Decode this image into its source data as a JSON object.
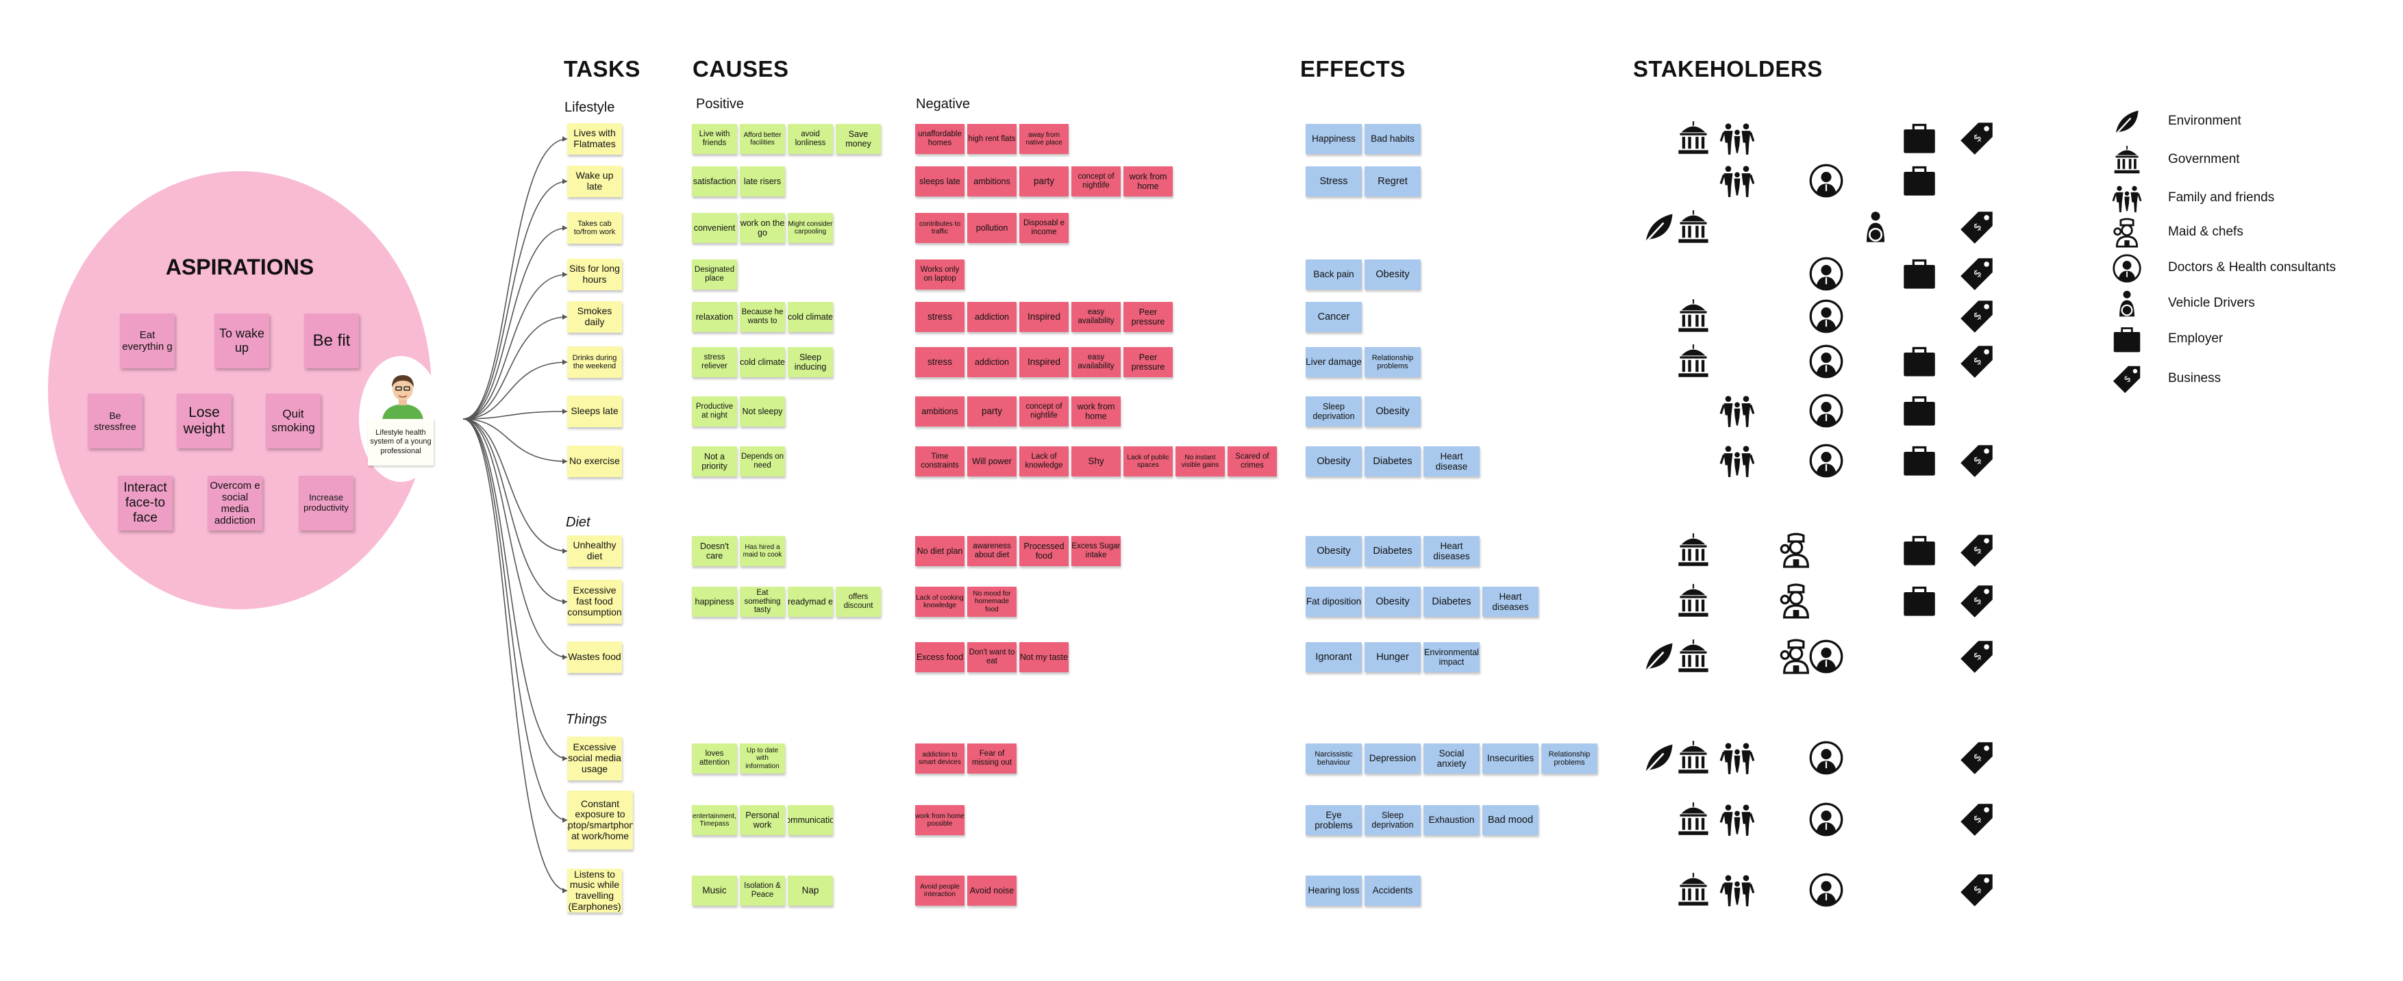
{
  "aspirations": {
    "title": "ASPIRATIONS",
    "notes": [
      "Eat everythin g",
      "To wake up",
      "Be fit",
      "Be stressfree",
      "Lose weight",
      "Quit smoking",
      "Interact face-to face",
      "Overcom e social media addiction",
      "Increase productivity"
    ]
  },
  "persona": {
    "label": "Lifestyle health system of a young professional",
    "icon": "person-avatar"
  },
  "headers": {
    "tasks": "TASKS",
    "causes": "CAUSES",
    "effects": "EFFECTS",
    "stakeholders": "STAKEHOLDERS"
  },
  "causes_sub": {
    "positive": "Positive",
    "negative": "Negative"
  },
  "groups": [
    {
      "label": "Lifestyle",
      "italic": false
    },
    {
      "label": "Diet",
      "italic": true
    },
    {
      "label": "Things",
      "italic": true
    }
  ],
  "rows": [
    {
      "task": "Lives with Flatmates",
      "positive": [
        "Live with friends",
        "Afford better facilities",
        "avoid lonliness",
        "Save money"
      ],
      "negative": [
        "unaffordable homes",
        "high rent flats",
        "away from native place"
      ],
      "effects": [
        "Happiness",
        "Bad habits"
      ],
      "stakeholders": [
        "government",
        "family",
        "employer",
        "business"
      ]
    },
    {
      "task": "Wake up late",
      "positive": [
        "satisfaction",
        "late risers"
      ],
      "negative": [
        "sleeps late",
        "ambitions",
        "party",
        "concept of nightlife",
        "work from home"
      ],
      "effects": [
        "Stress",
        "Regret"
      ],
      "stakeholders": [
        "family",
        "doctors",
        "employer"
      ]
    },
    {
      "task": "Takes cab to/from work",
      "positive": [
        "convenient",
        "work on the go",
        "Might consider carpooling"
      ],
      "negative": [
        "contributes to traffic",
        "pollution",
        "Disposabl e income"
      ],
      "effects": [],
      "stakeholders": [
        "environment",
        "government",
        "drivers",
        "business"
      ]
    },
    {
      "task": "Sits for long hours",
      "positive": [
        "Designated place"
      ],
      "negative": [
        "Works only on laptop"
      ],
      "effects": [
        "Back pain",
        "Obesity"
      ],
      "stakeholders": [
        "doctors",
        "employer",
        "business"
      ]
    },
    {
      "task": "Smokes daily",
      "positive": [
        "relaxation",
        "Because he wants to",
        "cold climate"
      ],
      "negative": [
        "stress",
        "addiction",
        "Inspired",
        "easy availability",
        "Peer pressure"
      ],
      "effects": [
        "Cancer"
      ],
      "stakeholders": [
        "government",
        "doctors",
        "business"
      ]
    },
    {
      "task": "Drinks during the weekend",
      "positive": [
        "stress reliever",
        "cold climate",
        "Sleep inducing"
      ],
      "negative": [
        "stress",
        "addiction",
        "Inspired",
        "easy availability",
        "Peer pressure"
      ],
      "effects": [
        "Liver damage",
        "Relationship problems"
      ],
      "stakeholders": [
        "government",
        "doctors",
        "employer",
        "business"
      ]
    },
    {
      "task": "Sleeps late",
      "positive": [
        "Productive at night",
        "Not sleepy"
      ],
      "negative": [
        "ambitions",
        "party",
        "concept of nightlife",
        "work from home"
      ],
      "effects": [
        "Sleep deprivation",
        "Obesity"
      ],
      "stakeholders": [
        "family",
        "doctors",
        "employer"
      ]
    },
    {
      "task": "No exercise",
      "positive": [
        "Not a priority",
        "Depends on need"
      ],
      "negative": [
        "Time constraints",
        "Will power",
        "Lack of knowledge",
        "Shy",
        "Lack of public spaces",
        "No instant visible gains",
        "Scared of crimes"
      ],
      "effects": [
        "Obesity",
        "Diabetes",
        "Heart disease"
      ],
      "stakeholders": [
        "family",
        "doctors",
        "employer",
        "business"
      ]
    },
    {
      "task": "Unhealthy diet",
      "positive": [
        "Doesn't care",
        "Has hired a maid to cook"
      ],
      "negative": [
        "No diet plan",
        "awareness about diet",
        "Processed food",
        "Excess Sugar intake"
      ],
      "effects": [
        "Obesity",
        "Diabetes",
        "Heart diseases"
      ],
      "stakeholders": [
        "government",
        "maid",
        "employer",
        "business"
      ]
    },
    {
      "task": "Excessive fast food consumption",
      "positive": [
        "happiness",
        "Eat something tasty",
        "readymad e",
        "offers discount"
      ],
      "negative": [
        "Lack of cooking knowledge",
        "No mood for homemade food"
      ],
      "effects": [
        "Fat diposition",
        "Obesity",
        "Diabetes",
        "Heart diseases"
      ],
      "stakeholders": [
        "government",
        "maid",
        "employer",
        "business"
      ]
    },
    {
      "task": "Wastes food",
      "positive": [],
      "negative": [
        "Excess food",
        "Don't want to eat",
        "Not my taste"
      ],
      "effects": [
        "Ignorant",
        "Hunger",
        "Environmental impact"
      ],
      "stakeholders": [
        "environment",
        "government",
        "maid",
        "doctors",
        "business"
      ]
    },
    {
      "task": "Excessive social media usage",
      "positive": [
        "loves attention",
        "Up to date with information"
      ],
      "negative": [
        "addiction to smart devices",
        "Fear of missing out"
      ],
      "effects": [
        "Narcissistic behaviour",
        "Depression",
        "Social anxiety",
        "Insecurities",
        "Relationship problems"
      ],
      "stakeholders": [
        "environment",
        "government",
        "family",
        "doctors",
        "business"
      ]
    },
    {
      "task": "Constant exposure to laptop/smartphone at work/home",
      "positive": [
        "entertainment, Timepass",
        "Personal work",
        "communication"
      ],
      "negative": [
        "work from home possible"
      ],
      "effects": [
        "Eye problems",
        "Sleep deprivation",
        "Exhaustion",
        "Bad mood"
      ],
      "stakeholders": [
        "government",
        "family",
        "doctors",
        "business"
      ]
    },
    {
      "task": "Listens to music while travelling (Earphones)",
      "positive": [
        "Music",
        "Isolation & Peace",
        "Nap"
      ],
      "negative": [
        "Avoid people interaction",
        "Avoid noise"
      ],
      "effects": [
        "Hearing loss",
        "Accidents"
      ],
      "stakeholders": [
        "government",
        "family",
        "doctors",
        "business"
      ]
    }
  ],
  "legend": [
    {
      "key": "environment",
      "icon": "leaf-icon",
      "label": "Environment"
    },
    {
      "key": "government",
      "icon": "government-building-icon",
      "label": "Government"
    },
    {
      "key": "family",
      "icon": "family-icon",
      "label": "Family and friends"
    },
    {
      "key": "maid",
      "icon": "chef-icon",
      "label": "Maid & chefs"
    },
    {
      "key": "doctors",
      "icon": "doctor-icon",
      "label": "Doctors & Health consultants"
    },
    {
      "key": "drivers",
      "icon": "driver-icon",
      "label": "Vehicle Drivers"
    },
    {
      "key": "employer",
      "icon": "briefcase-icon",
      "label": "Employer"
    },
    {
      "key": "business",
      "icon": "tag-icon",
      "label": "Business"
    }
  ],
  "colors": {
    "aspiration_bg": "#f9bad3",
    "aspiration_note": "#ee9ec5",
    "task": "#fbf8a7",
    "positive": "#d2f28f",
    "negative": "#ec6079",
    "effect": "#a8c8ed"
  }
}
